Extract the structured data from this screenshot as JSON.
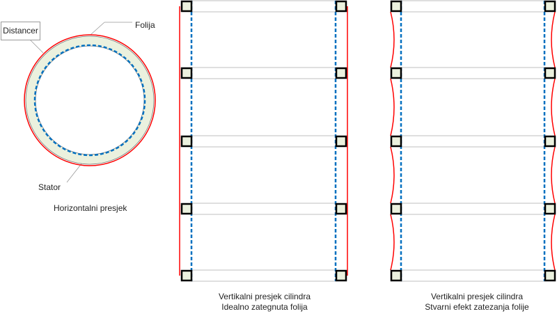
{
  "labels": {
    "distancer": "Distancer",
    "folija": "Folija",
    "stator": "Stator",
    "horizontal": "Horizontalni presjek",
    "ideal_line1": "Vertikalni presjek cilindra",
    "ideal_line2": "Idealno zategnuta folija",
    "real_line1": "Vertikalni presjek cilindra",
    "real_line2": "Stvarni efekt zatezanja folije"
  },
  "colors": {
    "foil": "#ff0000",
    "stator": "#0070c0",
    "spacer_fill": "#ebf1de",
    "spacer_border": "#000000",
    "guide": "#bfbfbf"
  },
  "spacer_rows": 5
}
